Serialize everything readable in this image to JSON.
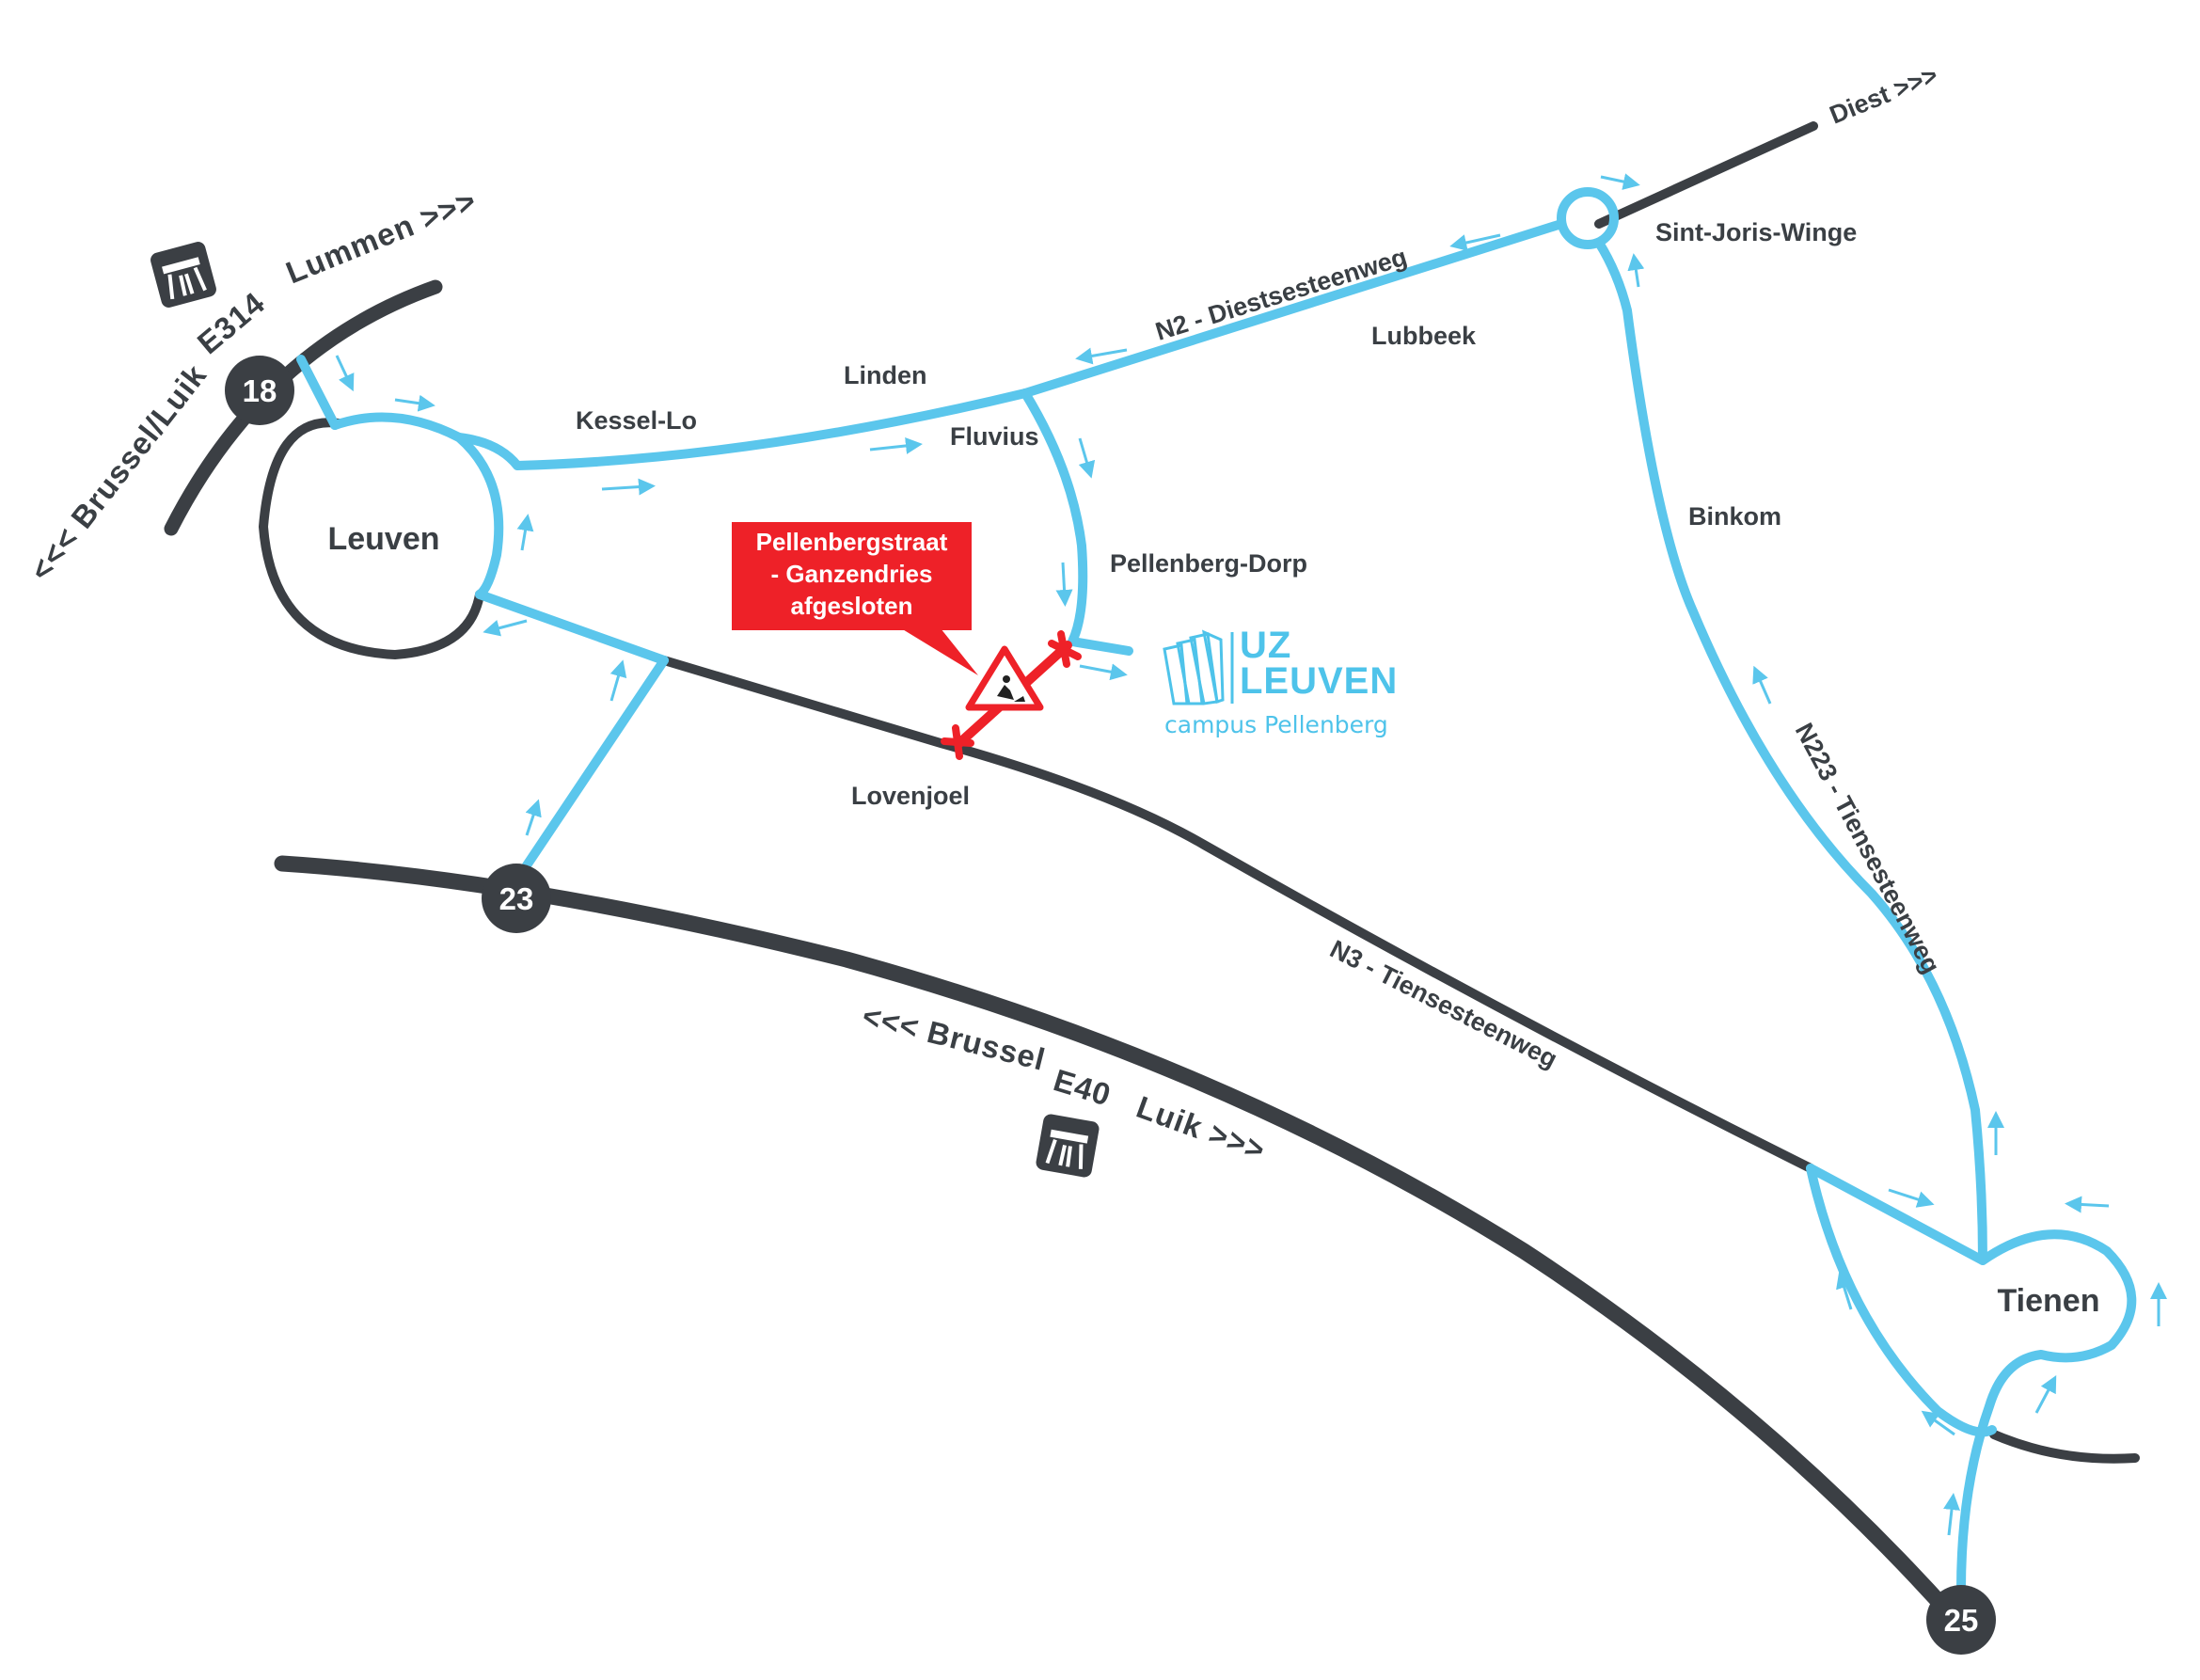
{
  "colors": {
    "route": "#5bc6ec",
    "highway": "#3b3f44",
    "closure": "#ee2128",
    "brand": "#4ec3ea"
  },
  "highways": {
    "e314_west": "<<< Brussel/Luik",
    "e314_name": "E314",
    "e314_east": "Lummen >>>",
    "e40_west": "<<< Brussel",
    "e40_name": "E40",
    "e40_east": "Luik >>>"
  },
  "exits": [
    "18",
    "23",
    "25"
  ],
  "roads": {
    "n2": "N2 - Diestsesteenweg",
    "n3": "N3 - Tiensesteenweg",
    "n223": "N223 - Tiensesteenweg",
    "diest": "Diest >>>"
  },
  "places": {
    "leuven": "Leuven",
    "tienen": "Tienen",
    "kessel_lo": "Kessel-Lo",
    "linden": "Linden",
    "fluvius": "Fluvius",
    "lubbeek": "Lubbeek",
    "sint_joris_winge": "Sint-Joris-Winge",
    "binkom": "Binkom",
    "pellenberg_dorp": "Pellenberg-Dorp",
    "lovenjoel": "Lovenjoel"
  },
  "closure": {
    "line1": "Pellenbergstraat",
    "line2": "- Ganzendries",
    "line3": "afgesloten"
  },
  "logo": {
    "line1": "UZ",
    "line2": "LEUVEN",
    "sub": "campus Pellenberg"
  },
  "icons": [
    "motorway-icon",
    "roadworks-warning-icon",
    "closure-cross-icon",
    "direction-arrow-icon"
  ]
}
